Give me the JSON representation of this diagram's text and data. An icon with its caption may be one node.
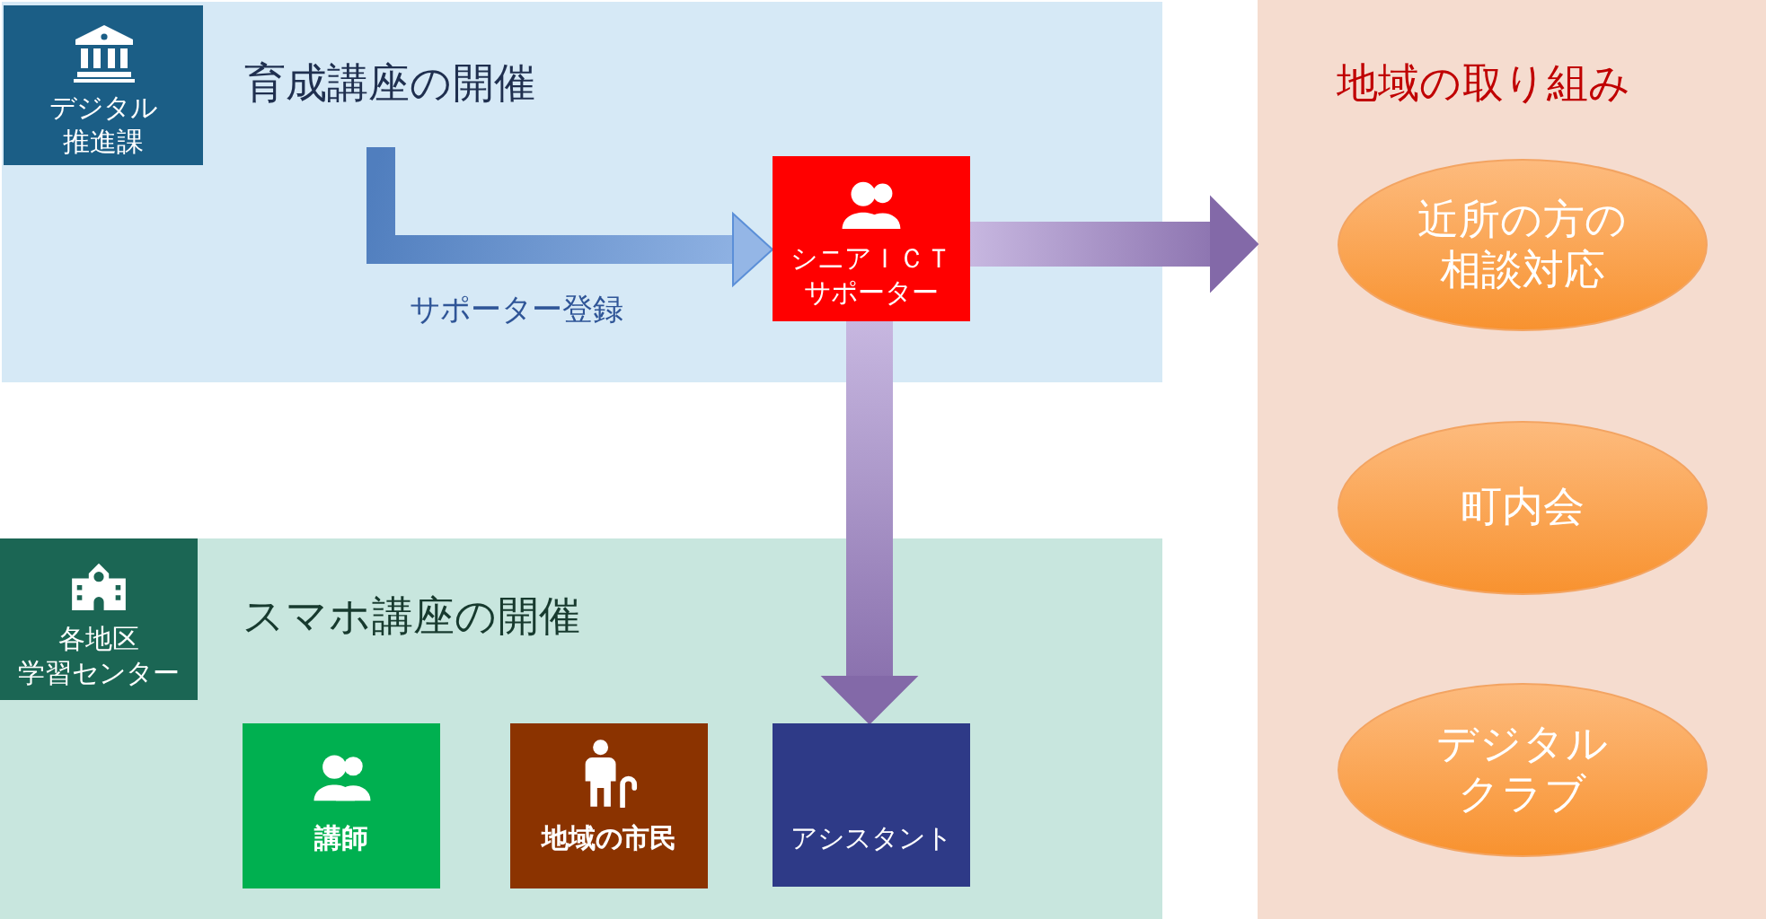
{
  "diagram": {
    "nodes": [
      {
        "text": [
          "育成講座の開催"
        ]
      },
      {
        "text": [
          "デジタル推進課"
        ],
        "in": 0
      },
      {
        "text": [
          "シニアＩＣＴサポーター"
        ],
        "in": 0
      },
      {
        "text": [
          "地域の取り組み"
        ]
      },
      {
        "text": [
          "近所の方の相談対応"
        ],
        "in": 3
      },
      {
        "text": [
          "町内会"
        ],
        "in": 3
      },
      {
        "text": [
          "デジタルクラブ"
        ],
        "in": 3
      },
      {
        "text": [
          "スマホ講座の開催"
        ]
      },
      {
        "text": [
          "各地区学習センター"
        ],
        "in": 7
      },
      {
        "text": [
          "講師"
        ],
        "in": 7
      },
      {
        "text": [
          "地域の市民"
        ],
        "in": 7
      },
      {
        "text": [
          "アシスタント"
        ],
        "in": 7
      }
    ],
    "edges": [
      {
        "from": null,
        "to": 2,
        "arrow": "to",
        "label": "サポーター登録",
        "color": "#5b8fd8"
      },
      {
        "from": 2,
        "to": 3,
        "arrow": "to"
      },
      {
        "from": 2,
        "to": 11,
        "arrow": "to"
      }
    ]
  }
}
